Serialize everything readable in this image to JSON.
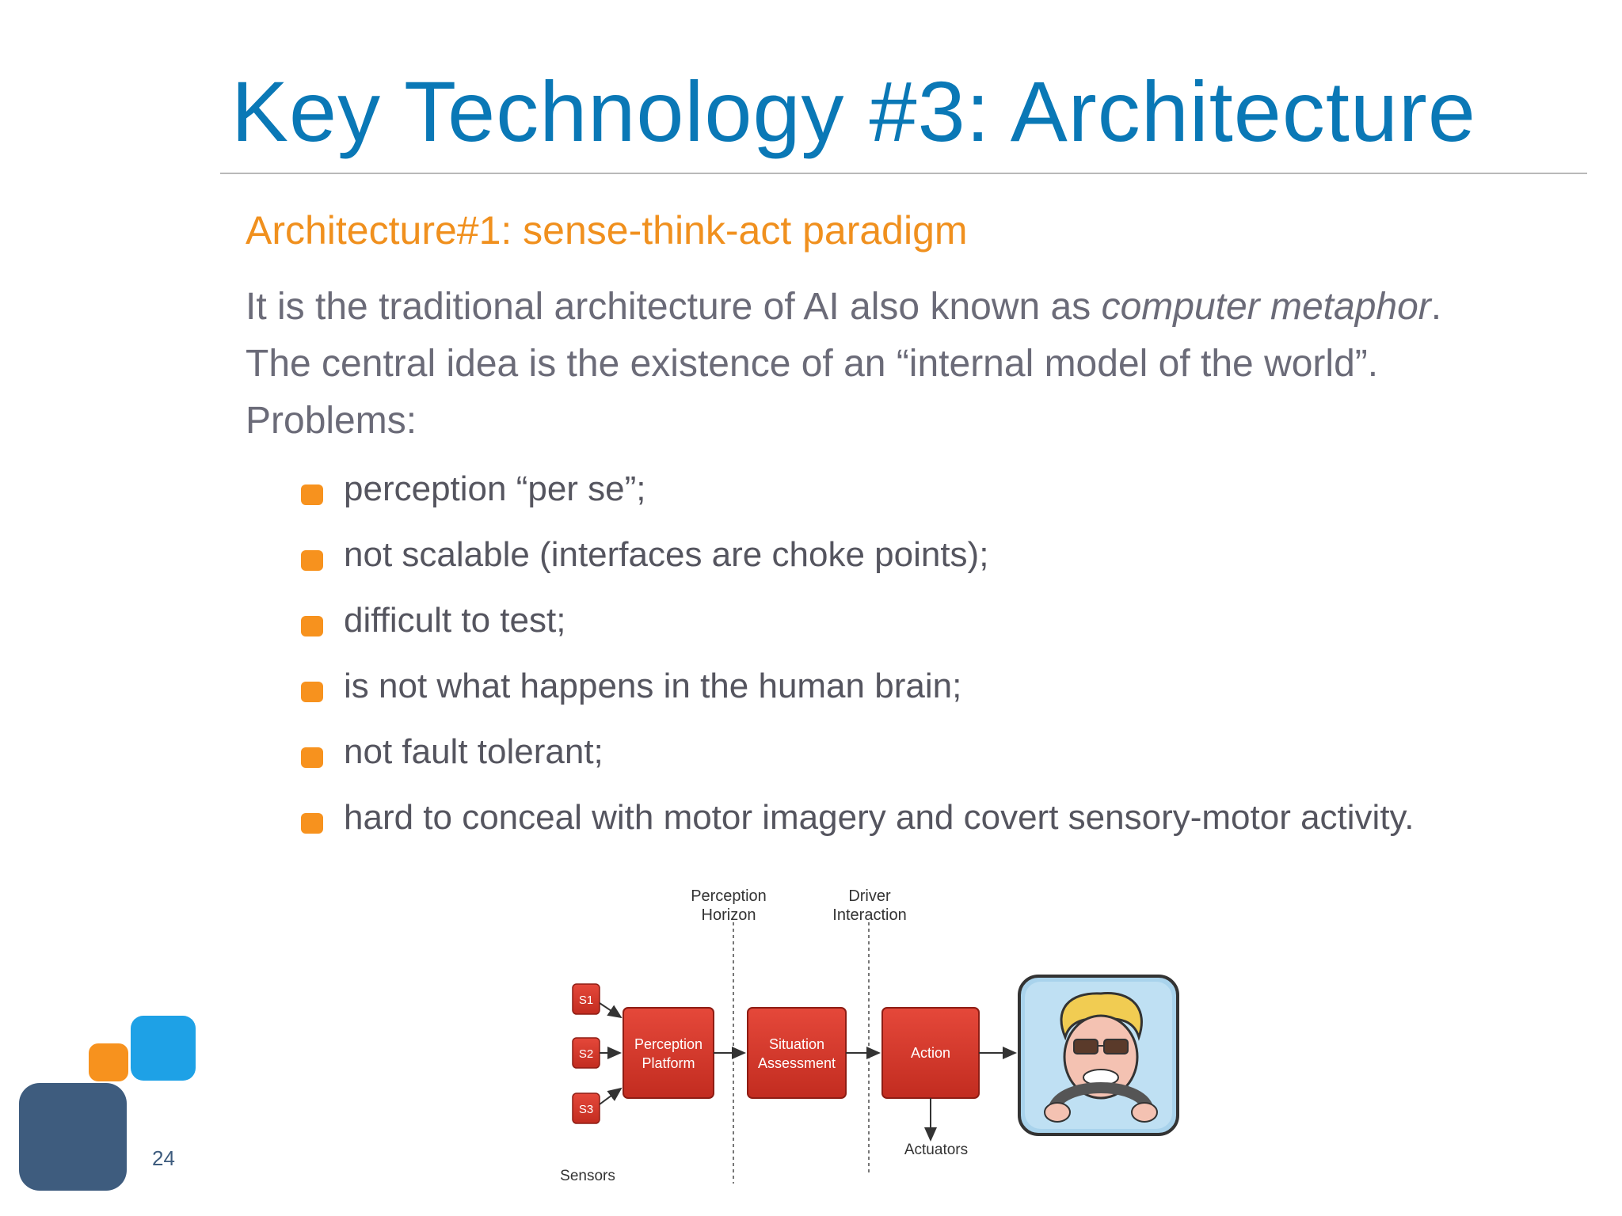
{
  "slide": {
    "title": "Key Technology #3: Architecture",
    "subtitle": "Architecture#1: sense-think-act paradigm",
    "intro": {
      "line1_before": "It is the traditional architecture of AI also known as ",
      "line1_italic": "computer metaphor",
      "line1_after": ".",
      "line2": "The central idea is the existence of an “internal model of the world”.",
      "line3": "Problems:"
    },
    "problems": [
      "perception “per se”;",
      "not scalable (interfaces are choke points);",
      "difficult to test;",
      "is not what happens in the human brain;",
      "not fault tolerant;",
      "hard to conceal with motor imagery and covert sensory-motor activity."
    ],
    "page_number": "24"
  },
  "diagram": {
    "labels": {
      "perception_horizon_1": "Perception",
      "perception_horizon_2": "Horizon",
      "driver_interaction_1": "Driver",
      "driver_interaction_2": "Interaction",
      "s1": "S1",
      "s2": "S2",
      "s3": "S3",
      "perception_platform_1": "Perception",
      "perception_platform_2": "Platform",
      "situation_assessment_1": "Situation",
      "situation_assessment_2": "Assessment",
      "action": "Action",
      "actuators": "Actuators",
      "sensors": "Sensors"
    }
  },
  "colors": {
    "title": "#0a78b6",
    "subtitle": "#f0901e",
    "bullet": "#f7921e",
    "body_text": "#6b6b78",
    "diagram_box": "#d9392b",
    "logo_dark": "#3e5c7e",
    "logo_blue": "#1ea1e6"
  }
}
